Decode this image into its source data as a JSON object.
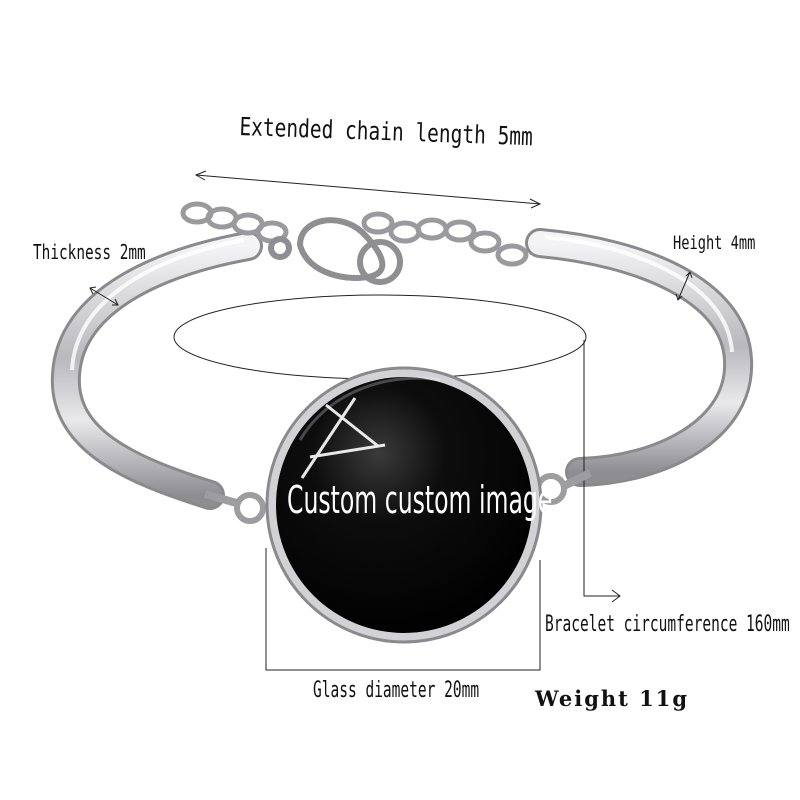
{
  "labels": {
    "chain_length": "Extended chain length 5mm",
    "thickness": "Thickness 2mm",
    "height": "Height 4mm",
    "circumference": "Bracelet circumference 160mm",
    "glass_diameter": "Glass diameter 20mm",
    "weight": "Weight 11g",
    "cabochon_text": "Custom custom image"
  },
  "colors": {
    "metal": "#c9c9cc",
    "cabochon": "#050505",
    "background": "#ffffff"
  }
}
